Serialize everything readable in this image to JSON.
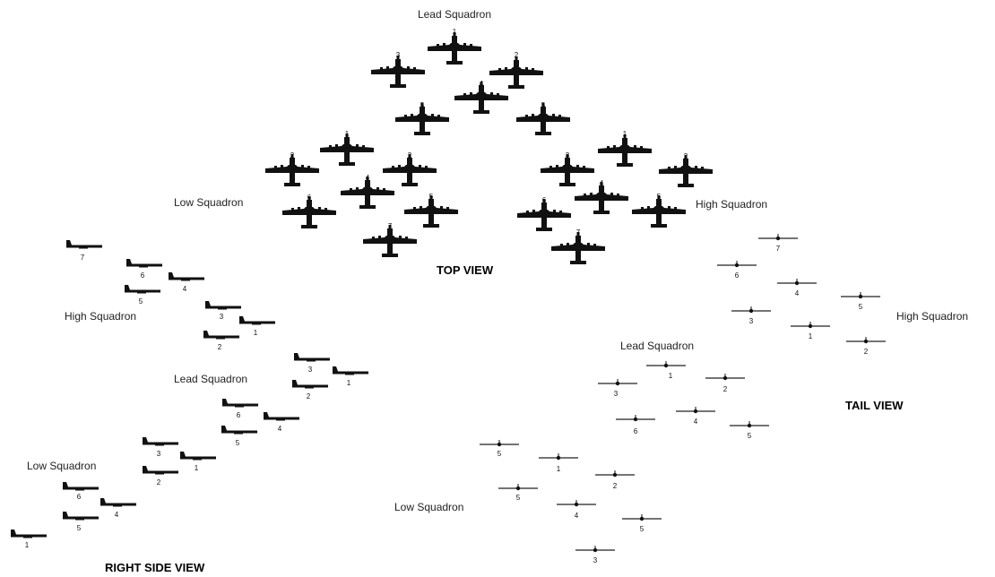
{
  "top_view": {
    "title": "TOP VIEW",
    "lead_label": "Lead Squadron",
    "low_label": "Low Squadron",
    "high_label": "High Squadron",
    "lead_numbers": [
      "1",
      "2",
      "3",
      "4",
      "5",
      "5"
    ],
    "low_numbers": [
      "1",
      "2",
      "2",
      "4",
      "5",
      "6",
      "7"
    ],
    "high_numbers": [
      "1",
      "2",
      "3",
      "4",
      "5",
      "6",
      "7"
    ]
  },
  "side_view": {
    "title": "RIGHT SIDE VIEW",
    "high_label": "High Squadron",
    "lead_label": "Lead Squadron",
    "low_label": "Low Squadron",
    "high_numbers": [
      "7",
      "6",
      "4",
      "5",
      "3",
      "1",
      "2"
    ],
    "lead_numbers": [
      "3",
      "1",
      "2",
      "6",
      "4",
      "5"
    ],
    "low_numbers": [
      "3",
      "1",
      "2",
      "6",
      "4",
      "5",
      "1"
    ]
  },
  "tail_view": {
    "title": "TAIL VIEW",
    "high_label": "High Squadron",
    "lead_label": "Lead Squadron",
    "low_label": "Low Squadron",
    "high_numbers": [
      "7",
      "6",
      "4",
      "5",
      "3",
      "1",
      "2"
    ],
    "lead_numbers": [
      "1",
      "3",
      "2",
      "6",
      "4",
      "5"
    ],
    "low_numbers": [
      "5",
      "1",
      "2",
      "5",
      "4",
      "5",
      "3"
    ]
  }
}
